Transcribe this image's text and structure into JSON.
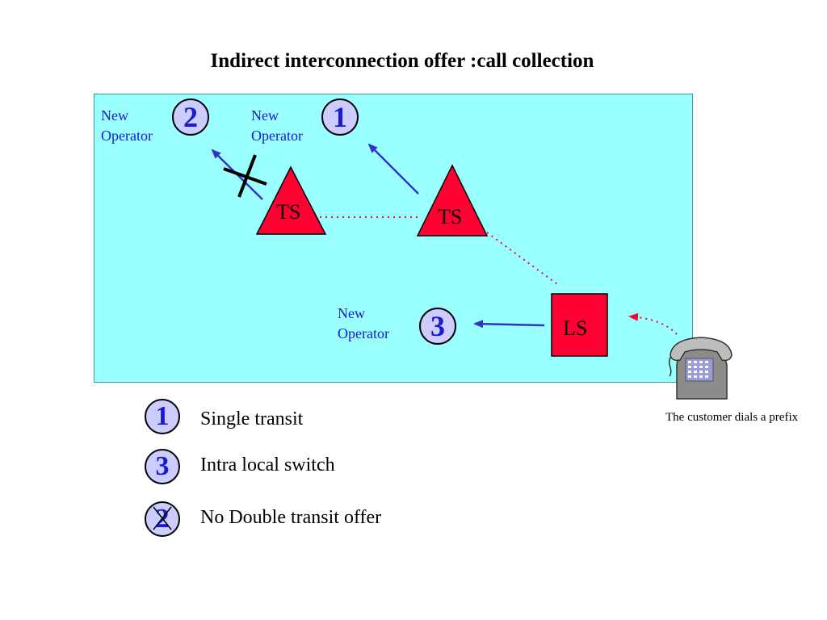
{
  "title": "Indirect interconnection offer :call collection",
  "operators": [
    {
      "label_line1": "New",
      "label_line2": "Operator",
      "number": "2"
    },
    {
      "label_line1": "New",
      "label_line2": "Operator",
      "number": "1"
    },
    {
      "label_line1": "New",
      "label_line2": "Operator",
      "number": "3"
    }
  ],
  "switches": {
    "ts_left": "TS",
    "ts_right": "TS",
    "ls": "LS"
  },
  "legend": [
    {
      "number": "1",
      "text": "Single transit"
    },
    {
      "number": "3",
      "text": "Intra local switch"
    },
    {
      "number": "2",
      "text": "No Double transit offer"
    }
  ],
  "caption": "The customer dials a prefix",
  "icons": {
    "phone": "telephone-icon",
    "blocked": "cross-mark-icon"
  },
  "colors": {
    "panel": "#99ffff",
    "switch": "#ff0033",
    "arrow": "#3333cc",
    "dotted": "#ff0033",
    "circle": "#ccccff"
  }
}
